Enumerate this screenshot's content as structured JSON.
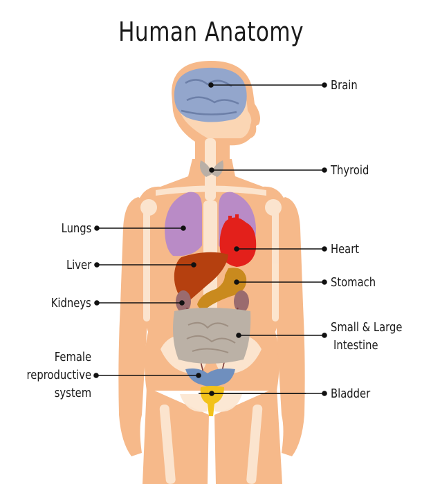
{
  "title": "Human Anatomy",
  "labels": {
    "brain": "Brain",
    "thyroid": "Thyroid",
    "lungs": "Lungs",
    "heart": "Heart",
    "liver": "Liver",
    "stomach": "Stomach",
    "kidneys": "Kidneys",
    "intestine_line1": "Small & Large",
    "intestine_line2": "Intestine",
    "female_line1": "Female",
    "female_line2": "reproductive",
    "female_line3": "system",
    "bladder": "Bladder"
  },
  "colors": {
    "skin": "#F6B98A",
    "skin_light": "#FBD6B4",
    "bone": "#FCE7D2",
    "brain": "#93A6CC",
    "lungs": "#B98BC6",
    "heart": "#E3201B",
    "liver": "#B5400F",
    "stomach": "#C98A1E",
    "kidney": "#9A6B6E",
    "intestine": "#BBB1A6",
    "uterus": "#6F8FBE",
    "bladder": "#F2C21A",
    "leader": "#111111"
  }
}
